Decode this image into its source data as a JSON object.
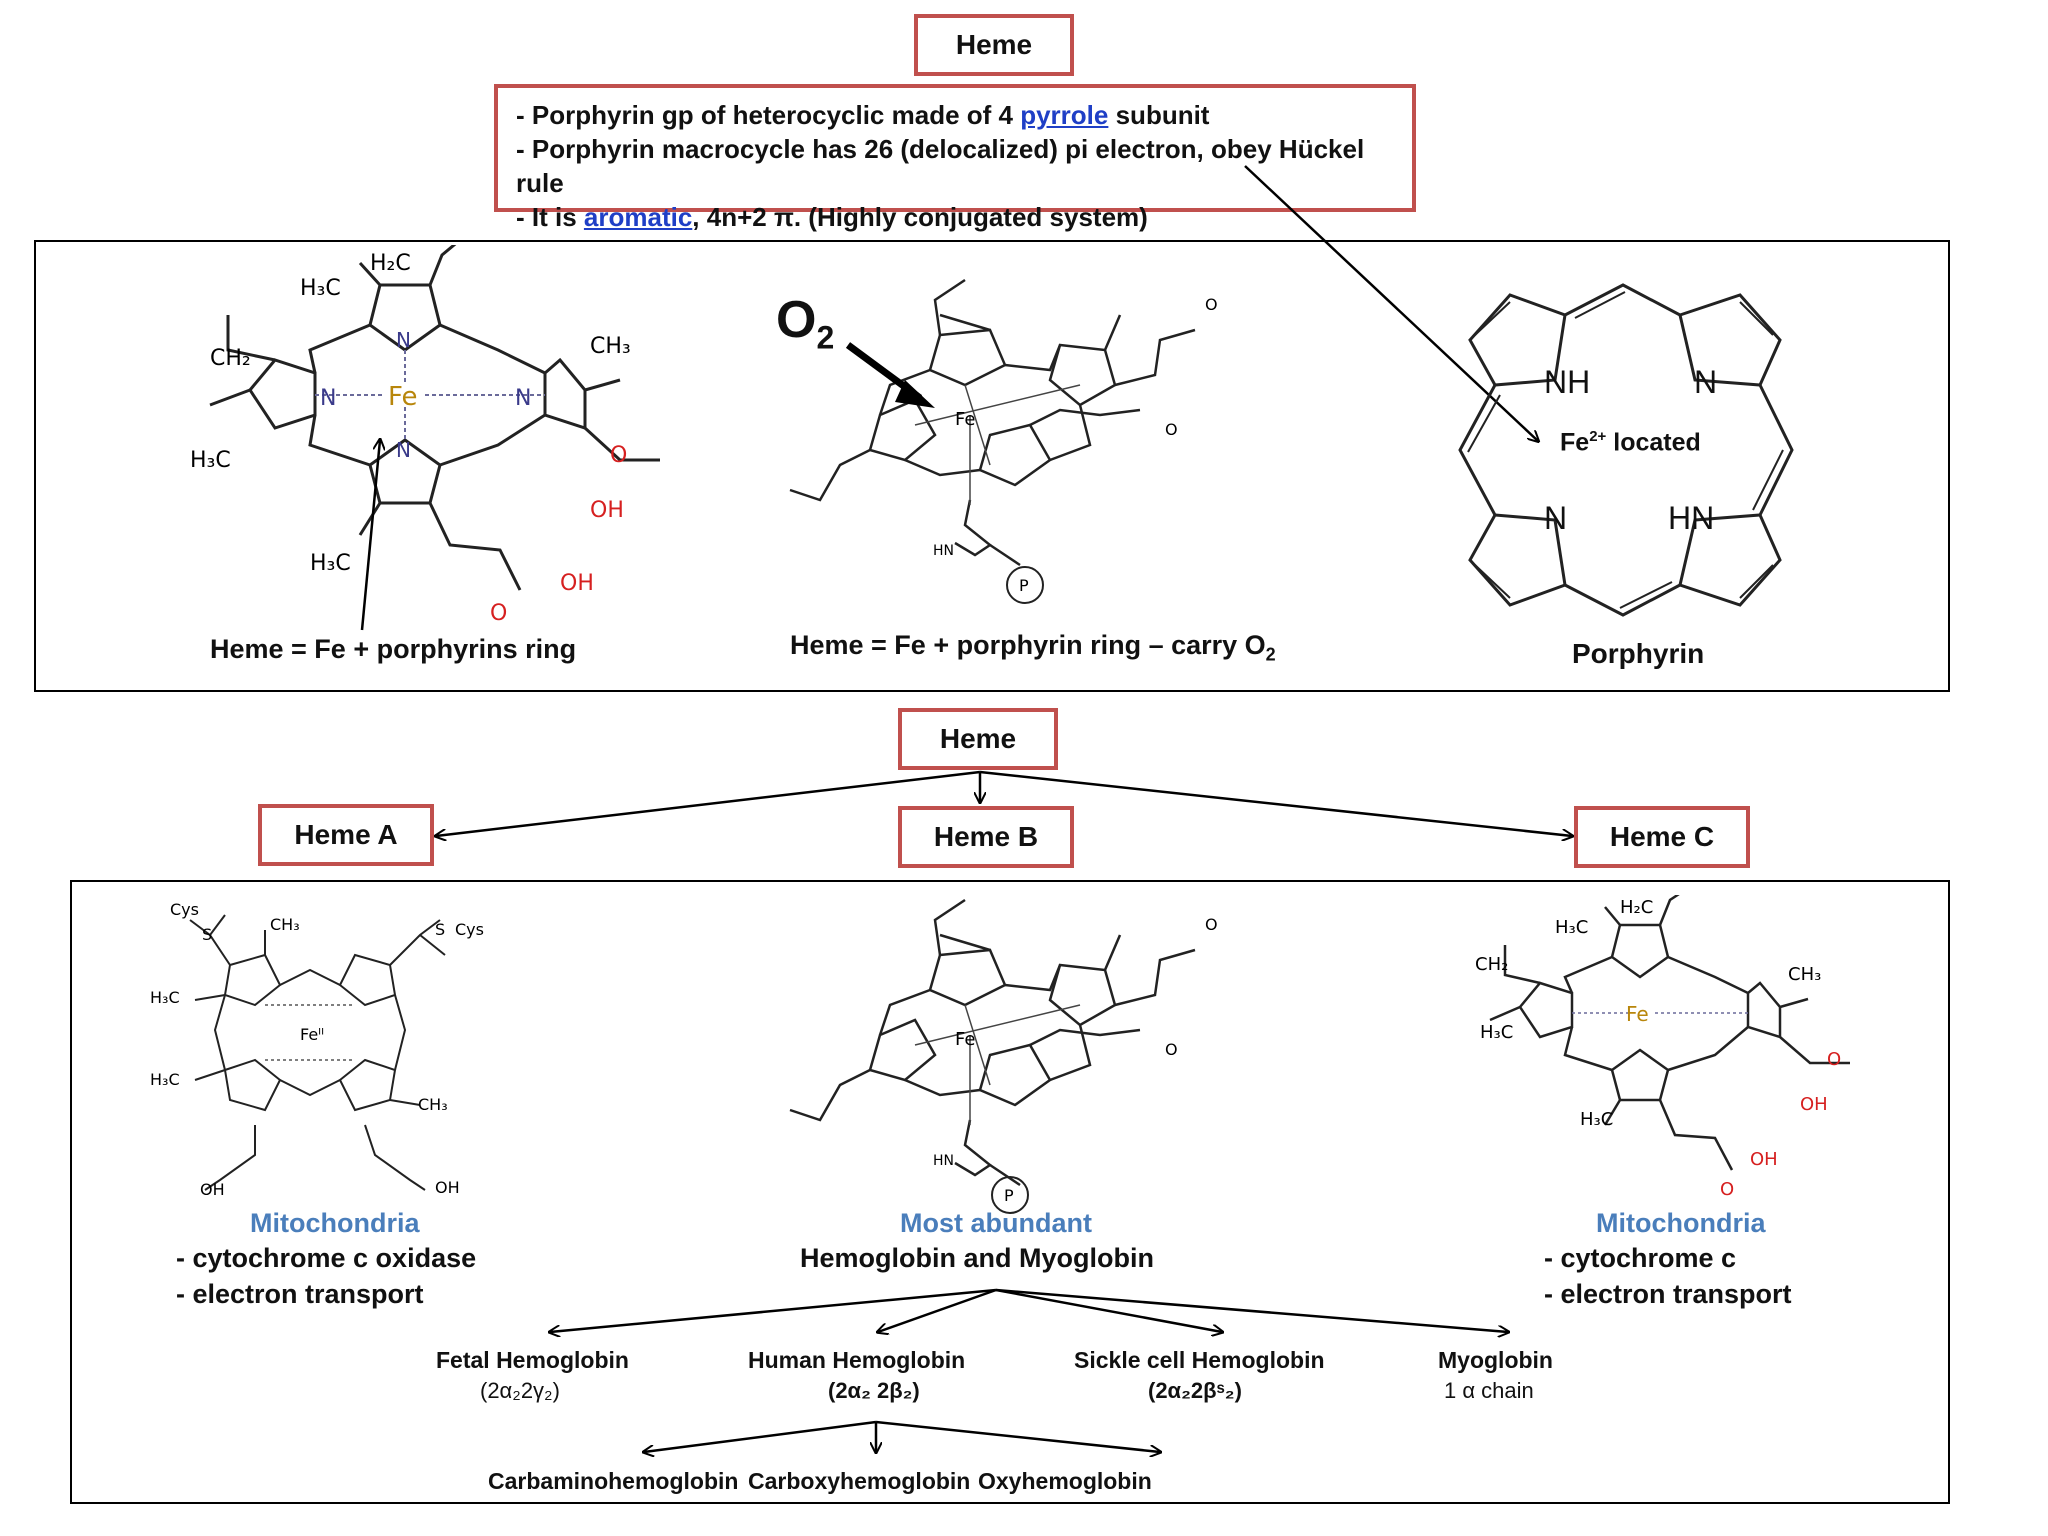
{
  "top": {
    "title": "Heme",
    "facts": {
      "line1_pre": "- Porphyrin gp of heterocyclic made of 4 ",
      "line1_link": "pyrrole",
      "line1_post": " subunit",
      "line2": "- Porphyrin macrocycle has 26 (delocalized) pi electron, obey  Hückel rule",
      "line3_pre": " - It is  ",
      "line3_link": "aromatic",
      "line3_post": ", 4n+2 π. (Highly conjugated system)"
    }
  },
  "structures": {
    "heme1_caption": "Heme = Fe + porphyrins ring",
    "heme2_caption_pre": "Heme = Fe + porphyrin ring – carry O",
    "heme2_caption_sub": "2",
    "o2_label": "O",
    "o2_sub": "2",
    "porphyrin_caption": "Porphyrin",
    "fe_located": "Fe",
    "fe_sup": "2+",
    "fe_located_post": " located",
    "nh_label": "NH",
    "hn_label": "HN",
    "n_label": "N",
    "atoms": {
      "h2c": "H₂C",
      "h3c": "H₃C",
      "ch2": "CH₂",
      "ch3": "CH₃",
      "fe": "Fe",
      "n": "N",
      "oh": "OH",
      "o": "O",
      "p": "P",
      "hn": "HN",
      "cys": "Cys",
      "s": "S",
      "fe2": "Feᴵᴵ"
    }
  },
  "classification": {
    "root": "Heme",
    "heme_a": "Heme A",
    "heme_b": "Heme B",
    "heme_c": "Heme C",
    "a_location": "Mitochondria",
    "a_items": [
      "- cytochrome c oxidase",
      "- electron transport"
    ],
    "b_location": "Most abundant",
    "b_subtitle": "Hemoglobin and Myoglobin",
    "c_location": "Mitochondria",
    "c_items": [
      "- cytochrome c",
      "- electron transport"
    ]
  },
  "hemoglobins": {
    "fetal": {
      "name": "Fetal Hemoglobin",
      "formula": "(2α₂2γ₂)"
    },
    "human": {
      "name": "Human Hemoglobin",
      "formula": "(2α₂ 2β₂)"
    },
    "sickle": {
      "name": "Sickle cell Hemoglobin",
      "formula": "(2α₂2βˢ₂)"
    },
    "myoglobin": {
      "name": "Myoglobin",
      "formula": "1 α chain"
    },
    "derivatives": [
      "Carbaminohemoglobin",
      "Carboxyhemoglobin",
      "Oxyhemoglobin"
    ]
  },
  "colors": {
    "box_border": "#c0504d",
    "link": "#1f3fc6",
    "location": "#4a7ebb",
    "oxygen": "#d62020",
    "iron": "#b8860b",
    "nitrogen": "#3a3a8a"
  }
}
